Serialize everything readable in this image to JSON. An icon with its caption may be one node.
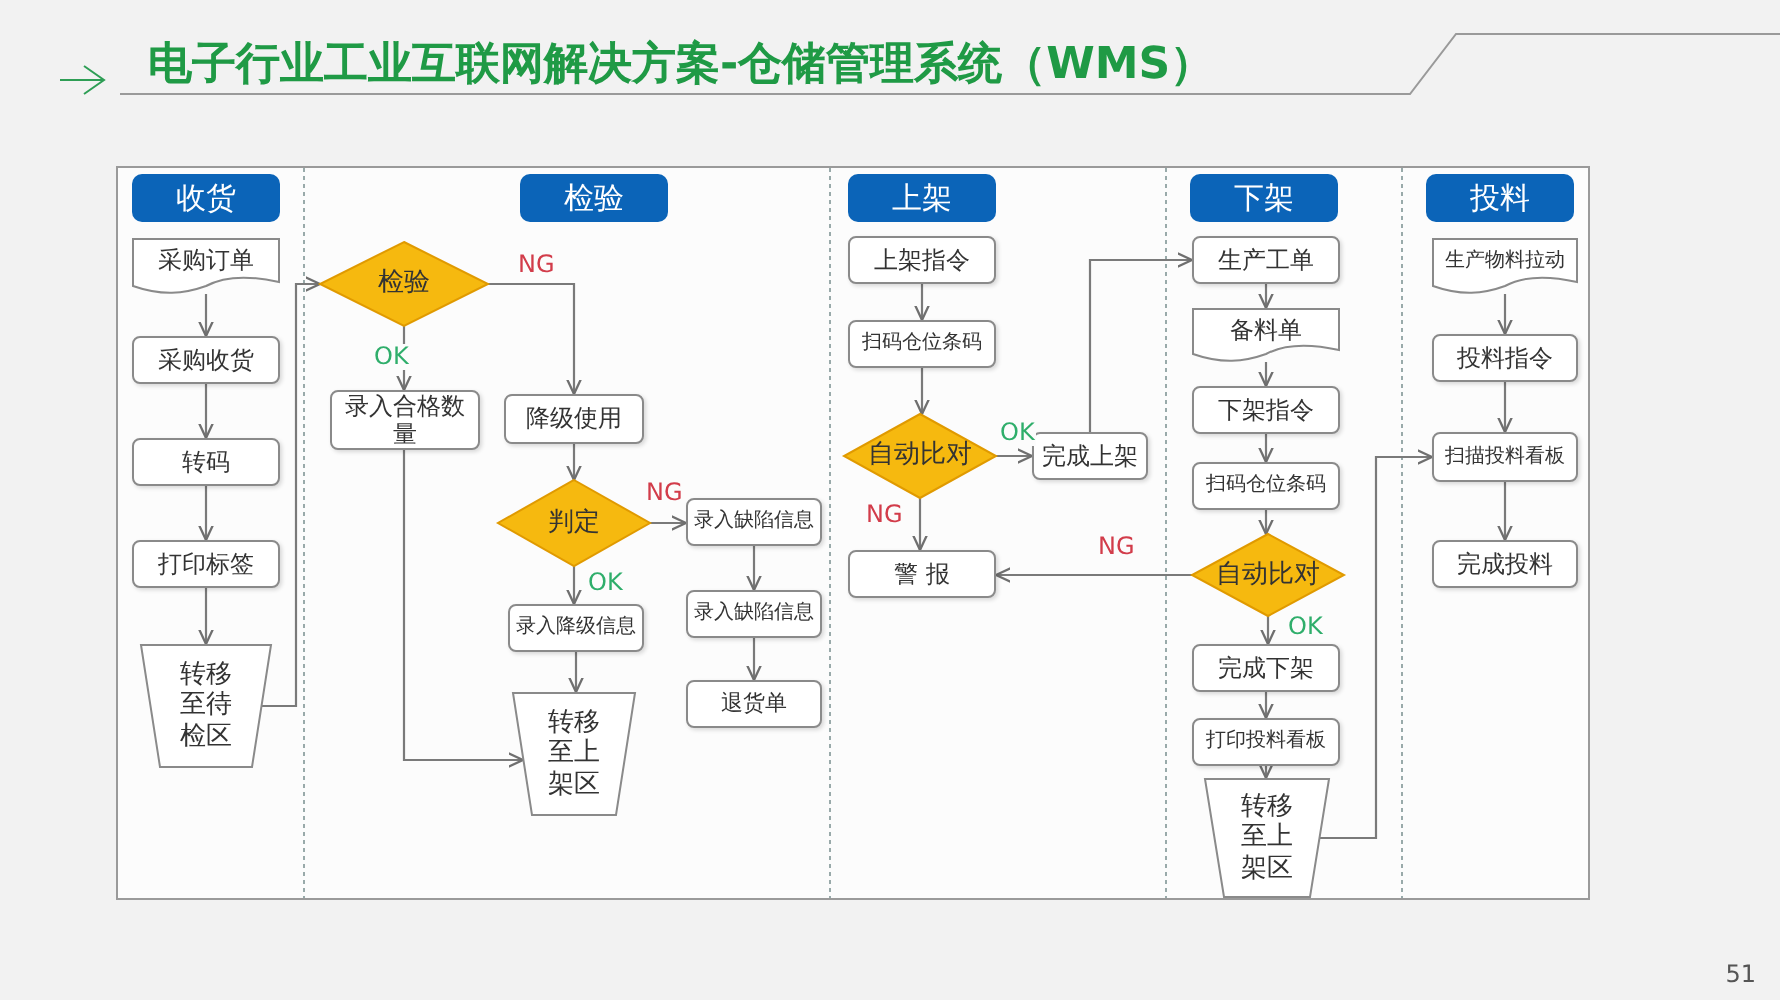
{
  "diagram": {
    "title": "电子行业工业互联网解决方案-仓储管理系统（WMS）",
    "nodes": [
      {
        "text": [
          "收货"
        ]
      },
      {
        "text": [
          "检验"
        ]
      },
      {
        "text": [
          "上架"
        ]
      },
      {
        "text": [
          "下架"
        ]
      },
      {
        "text": [
          "投料"
        ]
      },
      {
        "text": [
          "采购订单"
        ]
      },
      {
        "text": [
          "采购收货"
        ]
      },
      {
        "text": [
          "转码"
        ]
      },
      {
        "text": [
          "打印标签"
        ]
      },
      {
        "text": [
          "转移至待检区"
        ]
      },
      {
        "text": [
          "检验"
        ]
      },
      {
        "text": [
          "录入合格数量"
        ]
      },
      {
        "text": [
          "降级使用"
        ]
      },
      {
        "text": [
          "判定"
        ]
      },
      {
        "text": [
          "录入降级信息"
        ]
      },
      {
        "text": [
          "转移至上架区"
        ]
      },
      {
        "text": [
          "录入缺陷信息"
        ]
      },
      {
        "text": [
          "录入缺陷信息"
        ]
      },
      {
        "text": [
          "退货单"
        ]
      },
      {
        "text": [
          "上架指令"
        ]
      },
      {
        "text": [
          "扫码仓位条码"
        ]
      },
      {
        "text": [
          "自动比对"
        ]
      },
      {
        "text": [
          "完成上架"
        ]
      },
      {
        "text": [
          "警 报"
        ]
      },
      {
        "text": [
          "生产工单"
        ]
      },
      {
        "text": [
          "备料单"
        ]
      },
      {
        "text": [
          "下架指令"
        ]
      },
      {
        "text": [
          "扫码仓位条码"
        ]
      },
      {
        "text": [
          "自动比对"
        ]
      },
      {
        "text": [
          "完成下架"
        ]
      },
      {
        "text": [
          "打印投料看板"
        ]
      },
      {
        "text": [
          "转移至上架区"
        ]
      },
      {
        "text": [
          "生产物料拉动"
        ]
      },
      {
        "text": [
          "投料指令"
        ]
      },
      {
        "text": [
          "扫描投料看板"
        ]
      },
      {
        "text": [
          "完成投料"
        ]
      }
    ],
    "edges": [
      {
        "from": 5,
        "to": 6,
        "arrow": "to"
      },
      {
        "from": 6,
        "to": 7,
        "arrow": "to"
      },
      {
        "from": 7,
        "to": 8,
        "arrow": "to"
      },
      {
        "from": 8,
        "to": 9,
        "arrow": "to"
      },
      {
        "from": 9,
        "to": 10,
        "arrow": "to"
      },
      {
        "from": 10,
        "to": 11,
        "arrow": "to",
        "label": "OK"
      },
      {
        "from": 10,
        "to": 12,
        "arrow": "to",
        "label": "NG"
      },
      {
        "from": 11,
        "to": 15,
        "arrow": "to"
      },
      {
        "from": 12,
        "to": 13,
        "arrow": "to"
      },
      {
        "from": 13,
        "to": 16,
        "arrow": "to",
        "label": "NG"
      },
      {
        "from": 13,
        "to": 14,
        "arrow": "to",
        "label": "OK"
      },
      {
        "from": 14,
        "to": 15,
        "arrow": "to"
      },
      {
        "from": 16,
        "to": 17,
        "arrow": "to"
      },
      {
        "from": 17,
        "to": 18,
        "arrow": "to"
      },
      {
        "from": 19,
        "to": 20,
        "arrow": "to"
      },
      {
        "from": 20,
        "to": 21,
        "arrow": "to"
      },
      {
        "from": 21,
        "to": 22,
        "arrow": "to",
        "label": "OK"
      },
      {
        "from": 21,
        "to": 23,
        "arrow": "to",
        "label": "NG"
      },
      {
        "from": 22,
        "to": 24,
        "arrow": "to"
      },
      {
        "from": 24,
        "to": 25,
        "arrow": "to"
      },
      {
        "from": 25,
        "to": 26,
        "arrow": "to"
      },
      {
        "from": 26,
        "to": 27,
        "arrow": "to"
      },
      {
        "from": 27,
        "to": 28,
        "arrow": "to"
      },
      {
        "from": 28,
        "to": 23,
        "arrow": "to",
        "label": "NG"
      },
      {
        "from": 28,
        "to": 29,
        "arrow": "to",
        "label": "OK"
      },
      {
        "from": 29,
        "to": 30,
        "arrow": "to"
      },
      {
        "from": 30,
        "to": 31,
        "arrow": "to"
      },
      {
        "from": 31,
        "to": 34,
        "arrow": "to"
      },
      {
        "from": 32,
        "to": 33,
        "arrow": "to"
      },
      {
        "from": 33,
        "to": 34,
        "arrow": "to"
      },
      {
        "from": 34,
        "to": 35,
        "arrow": "to"
      }
    ],
    "labels": [
      "51"
    ]
  }
}
